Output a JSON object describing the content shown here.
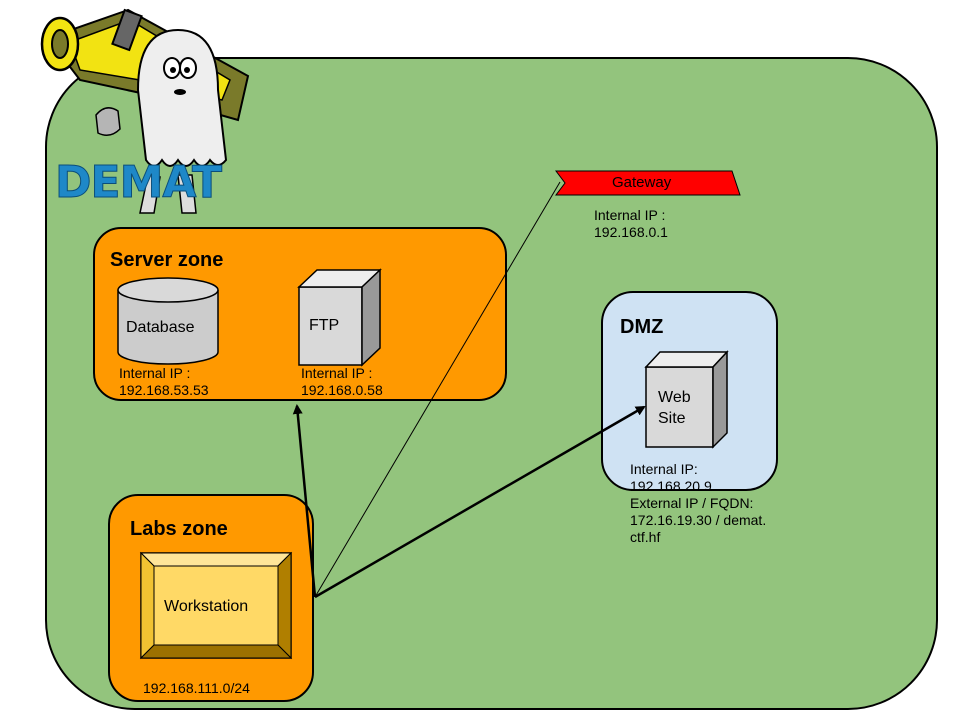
{
  "zones": {
    "server": {
      "title": "Server zone"
    },
    "labs": {
      "title": "Labs zone",
      "subnet": "192.168.111.0/24"
    },
    "dmz": {
      "title": "DMZ"
    }
  },
  "nodes": {
    "database": {
      "label": "Database",
      "info": "Internal IP :\n192.168.53.53"
    },
    "ftp": {
      "label": "FTP",
      "info": "Internal IP :\n192.168.0.58"
    },
    "workstation": {
      "label": "Workstation"
    },
    "website": {
      "label_line1": "Web",
      "label_line2": "Site",
      "info": "Internal IP:\n192.168.20.9\nExternal IP / FQDN:\n172.16.19.30 / demat.\nctf.hf"
    },
    "gateway": {
      "label": "Gateway",
      "info": "Internal IP :\n192.168.0.1"
    }
  },
  "logo": {
    "text": "DEMAT"
  },
  "colors": {
    "network_green": "#93c47d",
    "zone_orange": "#ff9900",
    "dmz_blue": "#cfe2f3",
    "gateway_red": "#ff0000",
    "workstation_yellow": "#ffd966",
    "logo_blue": "#1e88c8"
  }
}
